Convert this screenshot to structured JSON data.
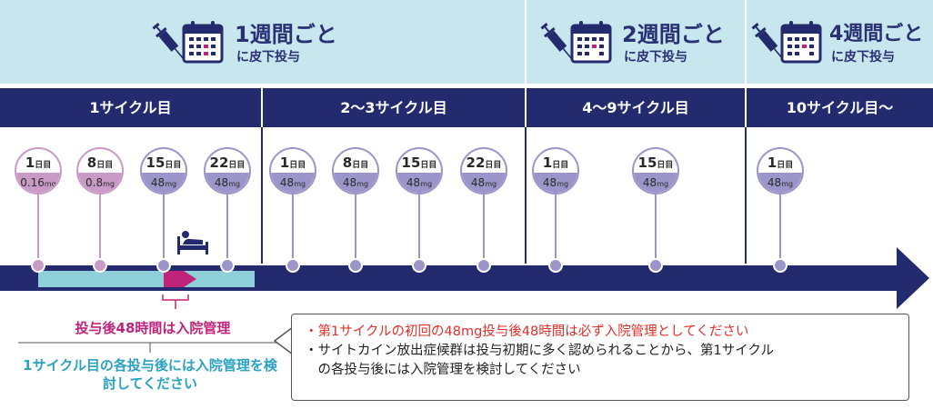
{
  "bands": [
    {
      "title": "1週間ごと",
      "sub": "に皮下投与"
    },
    {
      "title": "2週間ごと",
      "sub": "に皮下投与"
    },
    {
      "title": "4週間ごと",
      "sub": "に皮下投与"
    }
  ],
  "cycles": [
    "1サイクル目",
    "2～3サイクル目",
    "4～9サイクル目",
    "10サイクル目～"
  ],
  "doses": [
    {
      "day": "1",
      "unit": "日目",
      "dose": "0.16",
      "mg": "mg",
      "style": "pink"
    },
    {
      "day": "8",
      "unit": "日目",
      "dose": "0.8",
      "mg": "mg",
      "style": "pink"
    },
    {
      "day": "15",
      "unit": "日目",
      "dose": "48",
      "mg": "mg",
      "style": "purple"
    },
    {
      "day": "22",
      "unit": "日目",
      "dose": "48",
      "mg": "mg",
      "style": "purple"
    },
    {
      "day": "1",
      "unit": "日目",
      "dose": "48",
      "mg": "mg",
      "style": "purple"
    },
    {
      "day": "8",
      "unit": "日目",
      "dose": "48",
      "mg": "mg",
      "style": "purple"
    },
    {
      "day": "15",
      "unit": "日目",
      "dose": "48",
      "mg": "mg",
      "style": "purple"
    },
    {
      "day": "22",
      "unit": "日目",
      "dose": "48",
      "mg": "mg",
      "style": "purple"
    },
    {
      "day": "1",
      "unit": "日目",
      "dose": "48",
      "mg": "mg",
      "style": "purple"
    },
    {
      "day": "15",
      "unit": "日目",
      "dose": "48",
      "mg": "mg",
      "style": "purple"
    },
    {
      "day": "1",
      "unit": "日目",
      "dose": "48",
      "mg": "mg",
      "style": "purple"
    }
  ],
  "notes": {
    "hospital48": "投与後48時間は入院管理",
    "consider": "1サイクル目の各投与後には入院管理を検討してください"
  },
  "box": {
    "line1": "・第1サイクルの初回の48mg投与後48時間は必ず入院管理としてください",
    "line2": "・サイトカイン放出症候群は投与初期に多く認められることから、第1サイクル",
    "line3": "　の各投与後には入院管理を検討してください"
  },
  "colors": {
    "navy": "#232a6e",
    "band": "#c8e6ee",
    "teal": "#8fcfd9",
    "magenta": "#c0247a",
    "pink": "#c99ac6",
    "purple": "#9b95c9",
    "red": "#e0302a"
  },
  "icons": [
    "syringe-icon",
    "calendar-icon",
    "patient-bed-icon",
    "arrow-icon"
  ]
}
